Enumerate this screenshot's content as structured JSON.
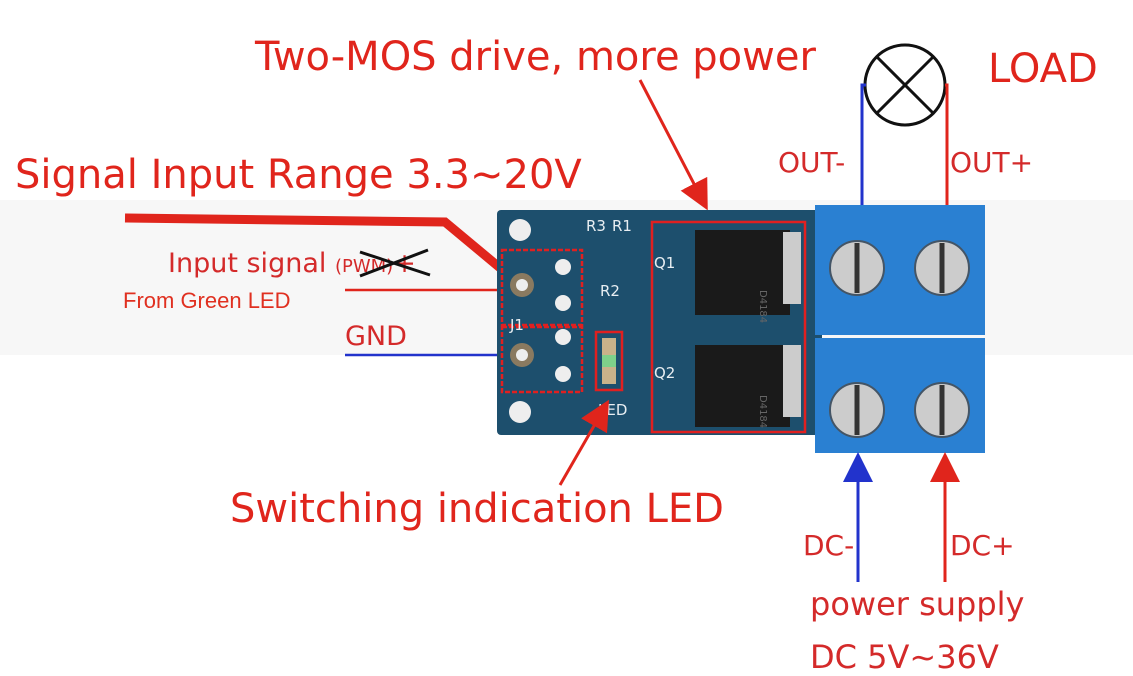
{
  "title": "Two-MOS drive, more power",
  "load_label": "LOAD",
  "signal_range": "Signal Input Range  3.3~20V",
  "input_signal": "Input signal",
  "input_pwm": "(PWM)",
  "input_plus": "+",
  "from_green_led": "From Green LED",
  "gnd": "GND",
  "out_minus": "OUT-",
  "out_plus": "OUT+",
  "led_caption": "Switching indication LED",
  "dc_minus": "DC-",
  "dc_plus": "DC+",
  "power_supply": "power supply",
  "dc_range": "DC 5V~36V",
  "pcb_labels": {
    "r3": "R3",
    "r1": "R1",
    "r2": "R2",
    "q1": "Q1",
    "q2": "Q2",
    "j1": "J1",
    "led": "LED",
    "chip": "D4184"
  },
  "colors": {
    "red": "#e0251c",
    "blue": "#2233cc",
    "pcb": "#1d4f6d",
    "terminal": "#2a80d2"
  }
}
